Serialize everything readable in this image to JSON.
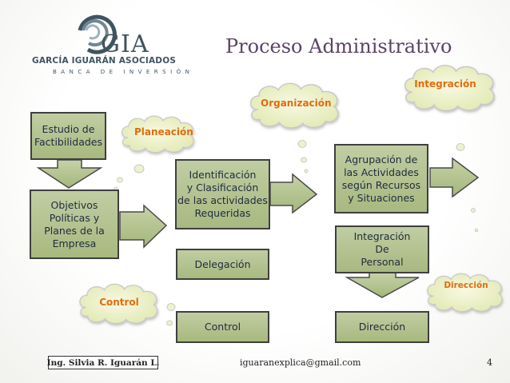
{
  "logo": {
    "acronym": "GIA",
    "name": "GARCÍA IGUARÁN ASOCIADOS",
    "tagline": "BANCA DE INVERSIÓN"
  },
  "title": "Proceso Administrativo",
  "boxes": {
    "estudio": "Estudio de\nFactibilidades",
    "objetivos": "Objetivos\nPolíticas y\nPlanes de la\nEmpresa",
    "identificacion": "Identificación\ny Clasificación\nde las actividades\nRequeridas",
    "agrupacion": "Agrupación de\nlas Actividades\nsegún Recursos\ny Situaciones",
    "integracion_personal": "Integración\nDe\nPersonal",
    "delegacion": "Delegación",
    "control": "Control",
    "direccion": "Dirección"
  },
  "clouds": {
    "planeacion": "Planeación",
    "organizacion": "Organización",
    "integracion": "Integración",
    "direccion": "Dirección",
    "control": "Control"
  },
  "footer": {
    "author": "Ing. Silvia R. Iguarán L.",
    "email": "iguaranexplica@gmail.com",
    "page": "4"
  },
  "colors": {
    "box_fill": "#b3c38d",
    "arrow_fill": "#b3c38d",
    "cloud_fill": "#eef2c9",
    "cloud_text": "#e36c0a",
    "title": "#5b4466"
  }
}
